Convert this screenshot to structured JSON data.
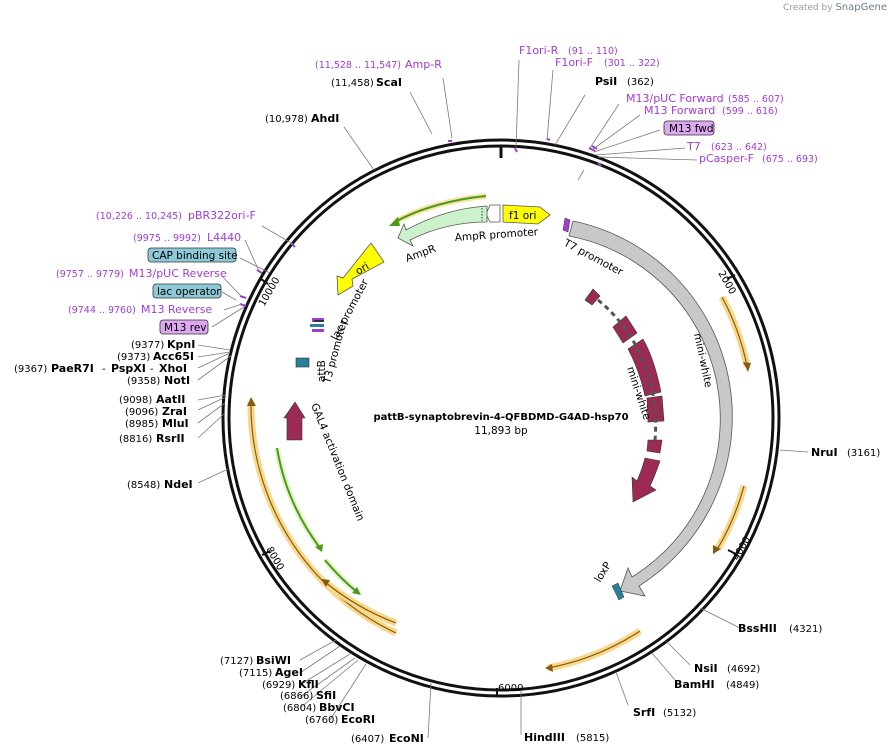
{
  "credit": {
    "prefix": "Created by",
    "brand": "SnapGene"
  },
  "map": {
    "name": "pattB-synaptobrevin-4-QFBDMD-G4AD-hsp70",
    "length_label": "11,893 bp",
    "total_bp": 11893,
    "ticks": [
      "2000",
      "4000",
      "6000",
      "8000",
      "10000"
    ]
  },
  "sites": [
    {
      "name": "ScaI",
      "pos": "(11,458)",
      "side": "right"
    },
    {
      "name": "AhdI",
      "pos": "(10,978)",
      "side": "right"
    },
    {
      "name": "PsiI",
      "pos": "(362)",
      "side": "right"
    },
    {
      "name": "NruI",
      "pos": "(3161)",
      "side": "right"
    },
    {
      "name": "BssHII",
      "pos": "(4321)",
      "side": "right"
    },
    {
      "name": "NsiI",
      "pos": "(4692)",
      "side": "right"
    },
    {
      "name": "BamHI",
      "pos": "(4849)",
      "side": "right"
    },
    {
      "name": "SrfI",
      "pos": "(5132)",
      "side": "right"
    },
    {
      "name": "HindIII",
      "pos": "(5815)",
      "side": "right"
    },
    {
      "name": "EcoNI",
      "pos": "(6407)",
      "side": "left"
    },
    {
      "name": "EcoRI",
      "pos": "(6760)",
      "side": "left"
    },
    {
      "name": "BbvCI",
      "pos": "(6804)",
      "side": "left"
    },
    {
      "name": "SfiI",
      "pos": "(6866)",
      "side": "left"
    },
    {
      "name": "KflI",
      "pos": "(6929)",
      "side": "left"
    },
    {
      "name": "AgeI",
      "pos": "(7115)",
      "side": "left"
    },
    {
      "name": "BsiWI",
      "pos": "(7127)",
      "side": "left"
    },
    {
      "name": "NdeI",
      "pos": "(8548)",
      "side": "left"
    },
    {
      "name": "RsrII",
      "pos": "(8816)",
      "side": "left"
    },
    {
      "name": "MluI",
      "pos": "(8985)",
      "side": "left"
    },
    {
      "name": "ZraI",
      "pos": "(9096)",
      "side": "left"
    },
    {
      "name": "AatII",
      "pos": "(9098)",
      "side": "left"
    },
    {
      "name": "NotI",
      "pos": "(9358)",
      "side": "left"
    },
    {
      "name": "Acc65I",
      "pos": "(9373)",
      "side": "left"
    },
    {
      "name": "KpnI",
      "pos": "(9377)",
      "side": "left"
    }
  ],
  "combo_site": {
    "pos": "(9367)",
    "names": [
      "PaeR7I",
      "PspXI",
      "XhoI"
    ],
    "sep": "-"
  },
  "primers": [
    {
      "name": "Amp-R",
      "pos": "(11,528 .. 11,547)"
    },
    {
      "name": "F1ori-R",
      "pos": "(91 .. 110)"
    },
    {
      "name": "F1ori-F",
      "pos": "(301 .. 322)"
    },
    {
      "name": "M13/pUC Forward",
      "pos": "(585 .. 607)"
    },
    {
      "name": "M13 Forward",
      "pos": "(599 .. 616)"
    },
    {
      "name": "T7",
      "pos": "(623 .. 642)"
    },
    {
      "name": "pCasper-F",
      "pos": "(675 .. 693)"
    },
    {
      "name": "pBR322ori-F",
      "pos": "(10,226 .. 10,245)"
    },
    {
      "name": "L4440",
      "pos": "(9975 .. 9992)"
    },
    {
      "name": "M13/pUC Reverse",
      "pos": "(9757 .. 9779)"
    },
    {
      "name": "M13 Reverse",
      "pos": "(9744 .. 9760)"
    }
  ],
  "boxed": [
    {
      "name": "M13 fwd",
      "kind": "primer-bind"
    },
    {
      "name": "CAP binding site",
      "kind": "protein-bind"
    },
    {
      "name": "lac operator",
      "kind": "protein-bind"
    },
    {
      "name": "M13 rev",
      "kind": "primer-bind"
    }
  ],
  "features": {
    "f1_ori": "f1 ori",
    "ampr_promoter": "AmpR promoter",
    "ampr": "AmpR",
    "ori": "ori",
    "lac_promoter": "lac promoter",
    "t3_promoter": "T3 promoter",
    "attb": "attB",
    "gal4": "GAL4 activation domain",
    "t7_promoter": "T7 promoter",
    "mini_white_outer": "mini-white",
    "mini_white_inner": "mini-white",
    "loxp": "loxP"
  },
  "colors": {
    "backbone": "#111111",
    "primer": "#a13cd0",
    "f1ori": "#ffff00",
    "ampr": "#ccf2cc",
    "green_arrow": "#4a9a1a",
    "orange_arrow": "#f5c04a",
    "gray_arrow": "#c8c8c8",
    "maroon": "#9b2a55",
    "teal": "#2a7f9a",
    "box_blue": "#8ec9d8",
    "box_purple": "#dca8ee"
  }
}
